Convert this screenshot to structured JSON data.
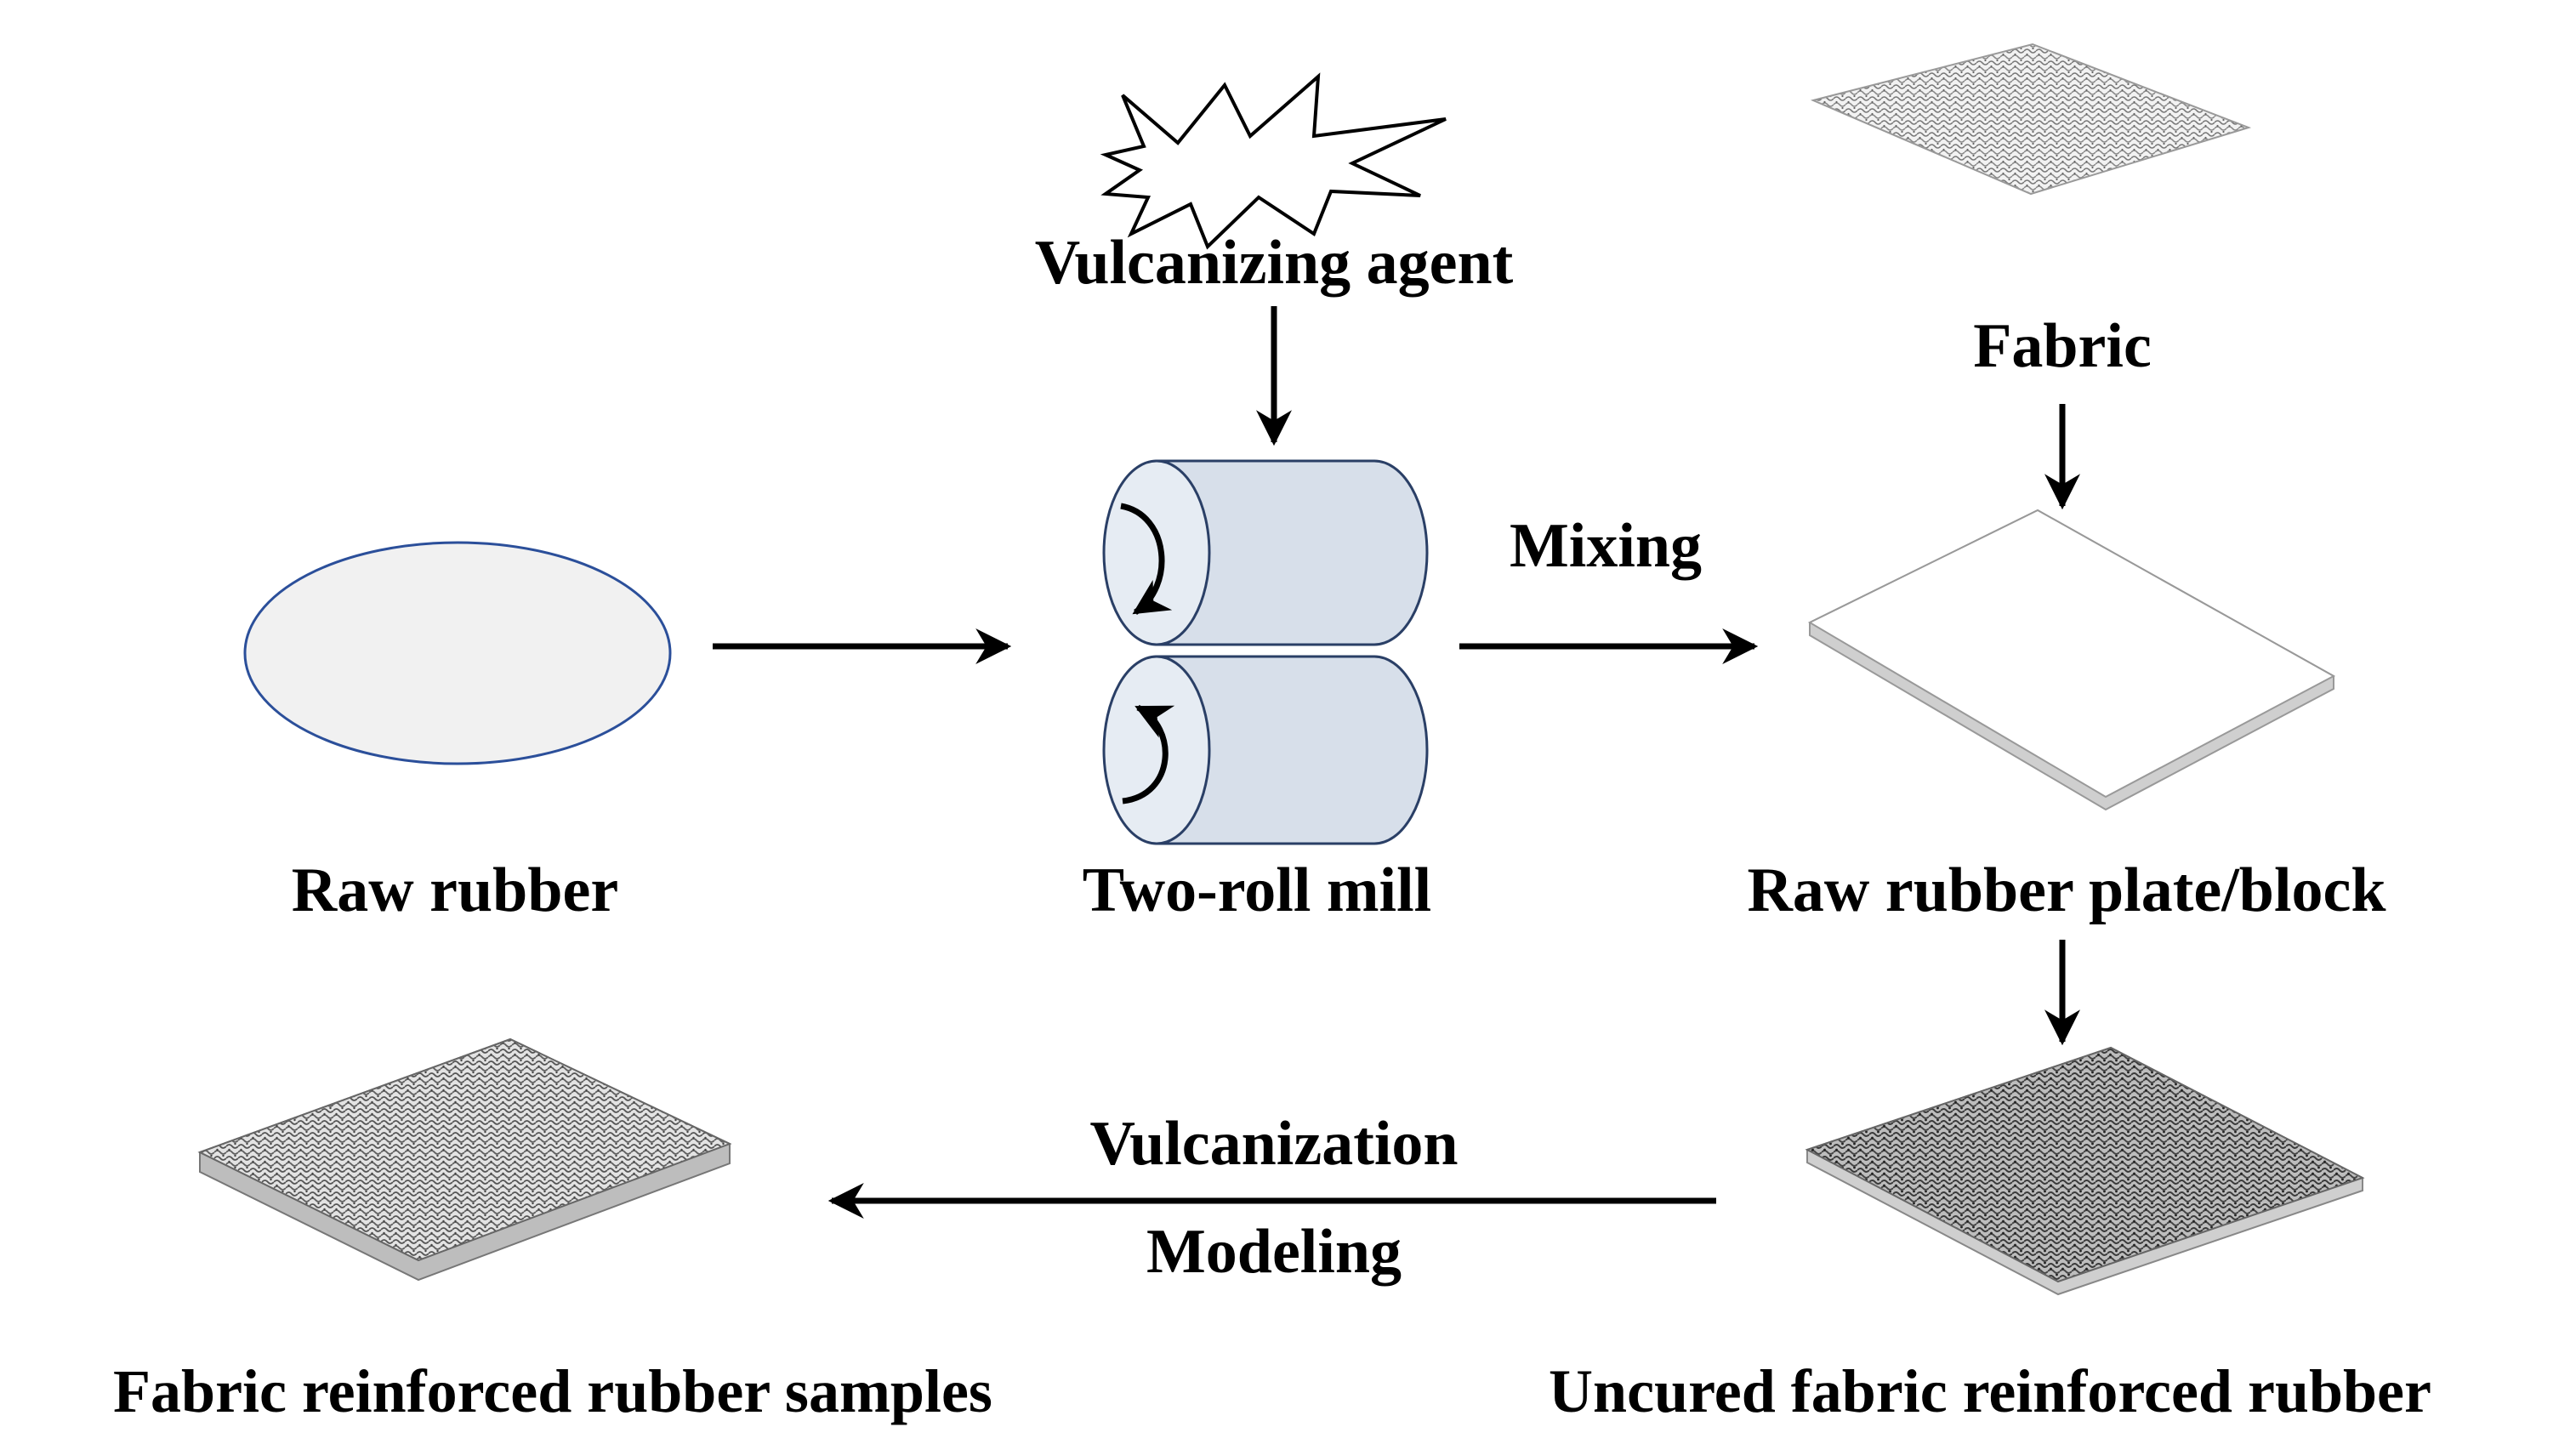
{
  "labels": {
    "vulcanizing_agent": "Vulcanizing agent",
    "fabric": "Fabric",
    "mixing": "Mixing",
    "raw_rubber": "Raw rubber",
    "two_roll_mill": "Two-roll mill",
    "raw_rubber_plate": "Raw rubber plate/block",
    "vulcanization": "Vulcanization",
    "modeling": "Modeling",
    "fabric_reinforced_samples": "Fabric reinforced rubber samples",
    "uncured_fabric_rubber": "Uncured fabric reinforced rubber"
  },
  "colors": {
    "roller_fill": "#d7dfea",
    "roller_stroke": "#2a3f66",
    "ellipse_fill": "#f1f1f1",
    "ellipse_stroke": "#2b4f9a",
    "arrow": "#000000",
    "plate_side": "#cfcfcf"
  }
}
